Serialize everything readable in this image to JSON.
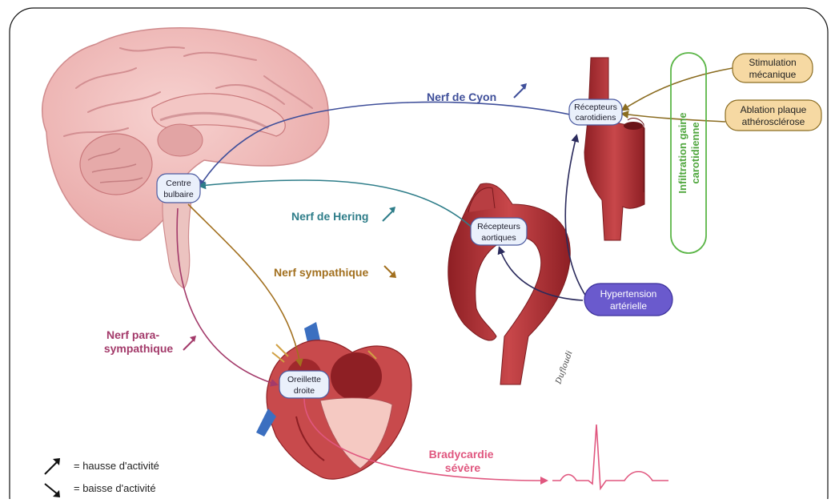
{
  "nodes": {
    "centre_bulbaire": [
      "Centre",
      "bulbaire"
    ],
    "recepteurs_carotidiens": [
      "Récepteurs",
      "carotidiens"
    ],
    "recepteurs_aortiques": [
      "Récepteurs",
      "aortiques"
    ],
    "oreillette_droite": [
      "Oreillette",
      "droite"
    ],
    "hypertension": [
      "Hypertension",
      "artérielle"
    ],
    "stimulation": [
      "Stimulation",
      "mécanique"
    ],
    "ablation": [
      "Ablation plaque",
      "athérosclérose"
    ],
    "infiltration": [
      "Infiltration gaine",
      "carotidienne"
    ]
  },
  "nerves": {
    "cyon": "Nerf de Cyon",
    "hering": "Nerf de Hering",
    "sympathique": "Nerf sympathique",
    "parasympathique": [
      "Nerf para-",
      "sympathique"
    ]
  },
  "outcome": [
    "Bradycardie",
    "sévère"
  ],
  "legend": {
    "up": "= hausse d'activité",
    "down": "= baisse d'activité"
  },
  "signature": "Dufloudi",
  "colors": {
    "cyon": "#3f4f9a",
    "hering": "#2e7d89",
    "sympathique": "#a2701f",
    "parasympathique": "#a33a6a",
    "bradycardie": "#e0577f",
    "hypertension_arrow": "#2a2a5c",
    "mechanical_arrow": "#8b6d22",
    "infiltration": "#5cb648",
    "hypertension_fill": "#6a5acd",
    "tan_fill": "#f6d9a3"
  }
}
